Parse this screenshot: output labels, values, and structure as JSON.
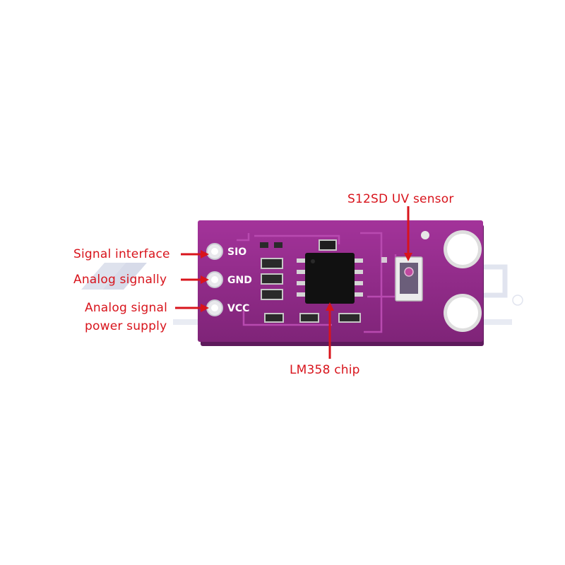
{
  "callouts": {
    "signal_interface": "Signal interface",
    "analog_signally": "Analog signally",
    "analog_signal_line1": "Analog signal",
    "analog_signal_line2": "power supply",
    "uv_sensor": "S12SD UV sensor",
    "chip": "LM358 chip"
  },
  "pins": {
    "sio": "SIO",
    "gnd": "GND",
    "vcc": "VCC"
  },
  "colors": {
    "board": "#9a2a8c",
    "board_dark": "#6e1e6a",
    "callout_red": "#d8141c",
    "watermark": "#aeb7cf"
  },
  "icons": {
    "watermark": "watermark-logo",
    "chip": "ic-chip-icon",
    "sensor": "uv-sensor-icon"
  }
}
